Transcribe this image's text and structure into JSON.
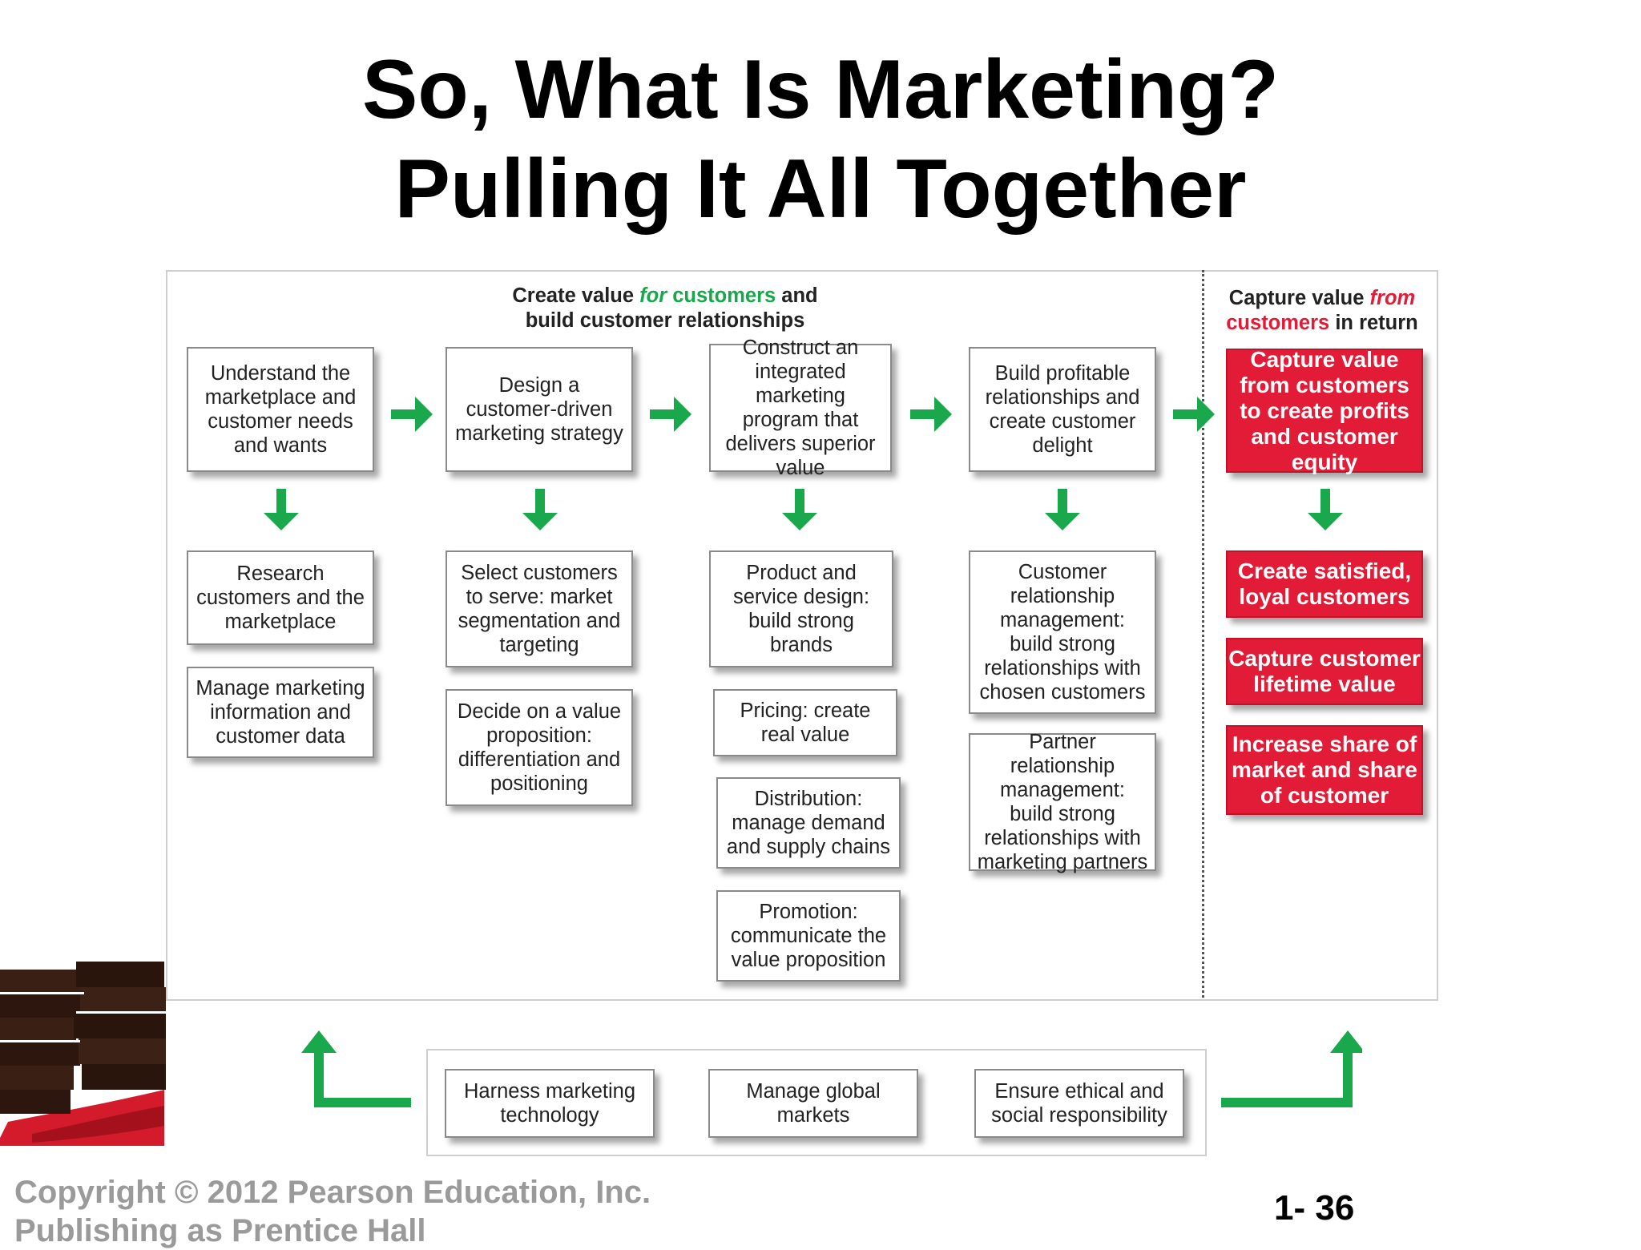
{
  "title": {
    "line1": "So, What Is Marketing?",
    "line2": "Pulling It All Together"
  },
  "left_header": {
    "part1": "Create value ",
    "part2": "for",
    "part3": " customers",
    "part4": " and",
    "line2": "build customer relationships"
  },
  "right_header": {
    "part1": "Capture value ",
    "part2": "from",
    "line2a": "customers",
    "line2b": " in return"
  },
  "columns": [
    {
      "top": "Understand the marketplace and customer needs and wants",
      "subs": [
        "Research customers and the marketplace",
        "Manage marketing information and customer data"
      ]
    },
    {
      "top": "Design a customer-driven marketing strategy",
      "subs": [
        "Select customers to serve: market segmentation and targeting",
        "Decide on a value proposition: differentiation and positioning"
      ]
    },
    {
      "top": "Construct an integrated marketing program that delivers superior value",
      "subs": [
        "Product and service design: build strong brands",
        "Pricing: create real value",
        "Distribution: manage demand and supply chains",
        "Promotion: communicate the value proposition"
      ]
    },
    {
      "top": "Build profitable relationships and create customer delight",
      "subs": [
        "Customer relationship management: build strong relationships with chosen customers",
        "Partner relationship management: build strong relationships with marketing partners"
      ]
    }
  ],
  "capture": {
    "top": "Capture value from customers to create profits and customer equity",
    "subs": [
      "Create satisfied, loyal customers",
      "Capture customer lifetime value",
      "Increase share of market and share of customer"
    ]
  },
  "bottom_boxes": [
    "Harness marketing technology",
    "Manage global markets",
    "Ensure ethical and social responsibility"
  ],
  "footer": {
    "copyright_line1": "Copyright © 2012 Pearson Education, Inc.",
    "copyright_line2": "Publishing as Prentice Hall",
    "page_number": "1- 36"
  },
  "colors": {
    "arrow_green": "#1aa84c",
    "capture_red": "#e21b36"
  }
}
